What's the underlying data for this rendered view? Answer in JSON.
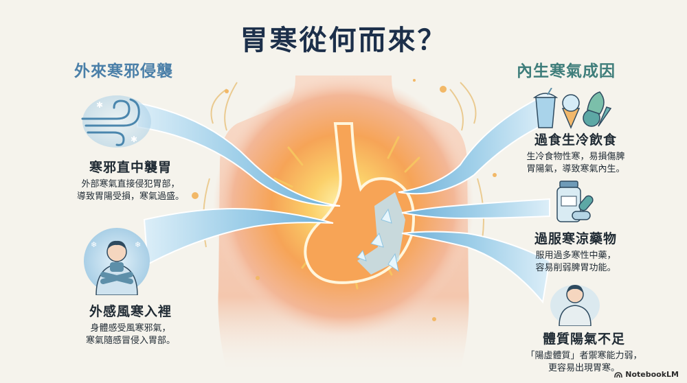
{
  "title": "胃寒從何而來？",
  "sections": {
    "external": {
      "heading": "外來寒邪侵襲",
      "color": "#4a7fa8",
      "causes": [
        {
          "icon": "cold-wind-icon",
          "title": "寒邪直中襲胃",
          "desc_line1": "外部寒氣直接侵犯胃部，",
          "desc_line2": "導致胃陽受損，寒氣過盛。"
        },
        {
          "icon": "shivering-person-icon",
          "title": "外感風寒入裡",
          "desc_line1": "身體感受風寒邪氣，",
          "desc_line2": "寒氣隨感冒侵入胃部。"
        }
      ]
    },
    "internal": {
      "heading": "內生寒氣成因",
      "color": "#3e7d7a",
      "causes": [
        {
          "icon": "cold-food-drinks-icon",
          "title": "過食生冷飲食",
          "desc_line1": "生冷食物性寒，易損傷脾",
          "desc_line2": "胃陽氣，導致寒氣內生。"
        },
        {
          "icon": "medicine-bottle-icon",
          "title": "過服寒涼藥物",
          "desc_line1": "服用過多寒性中藥，",
          "desc_line2": "容易削弱脾胃功能。"
        },
        {
          "icon": "weak-person-icon",
          "title": "體質陽氣不足",
          "desc_line1": "「陽虛體質」者禦寒能力弱，",
          "desc_line2": "更容易出現胃寒。"
        }
      ]
    }
  },
  "center": {
    "illustration": "torso-warm-stomach-with-ice",
    "warm_color": "#f6a04a",
    "ice_color": "#8cc4e2"
  },
  "brand": {
    "label": "NotebookLM"
  }
}
